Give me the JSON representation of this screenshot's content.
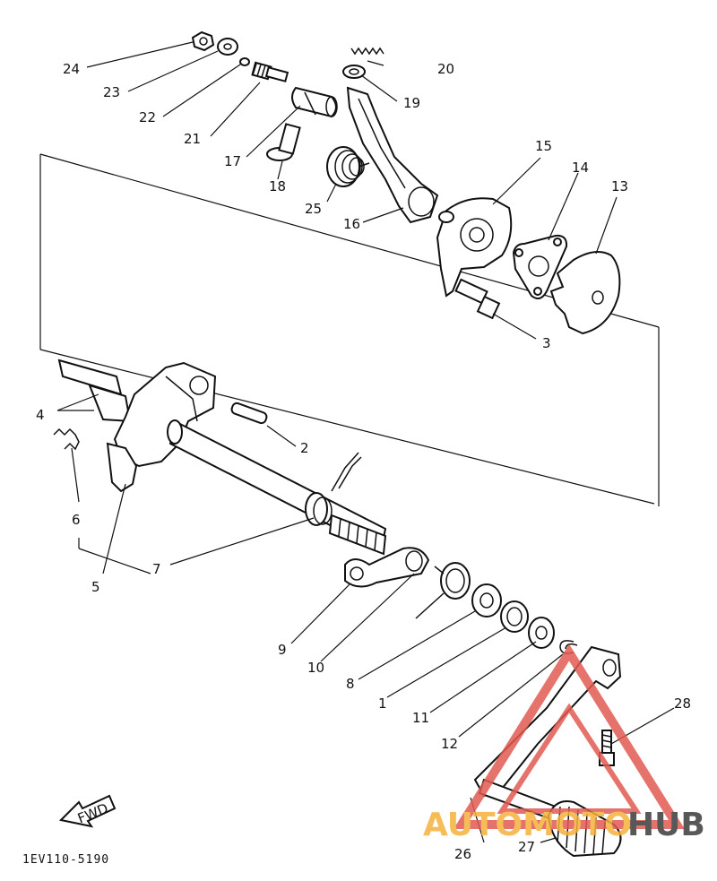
{
  "diagram": {
    "drawing_code": "1EV110-5190",
    "fwd_label": "FWD",
    "watermark": {
      "text_left": "AUTOMOTO",
      "text_right": "HUB",
      "color_left": "#f4b13a",
      "color_right": "#3c3c3c",
      "triangle_color": "#e25b52"
    },
    "callouts": [
      "24",
      "23",
      "22",
      "21",
      "20",
      "19",
      "17",
      "18",
      "25",
      "16",
      "15",
      "14",
      "13",
      "3",
      "4",
      "2",
      "6",
      "5",
      "7",
      "9",
      "10",
      "8",
      "1",
      "11",
      "12",
      "28",
      "26",
      "27"
    ]
  }
}
